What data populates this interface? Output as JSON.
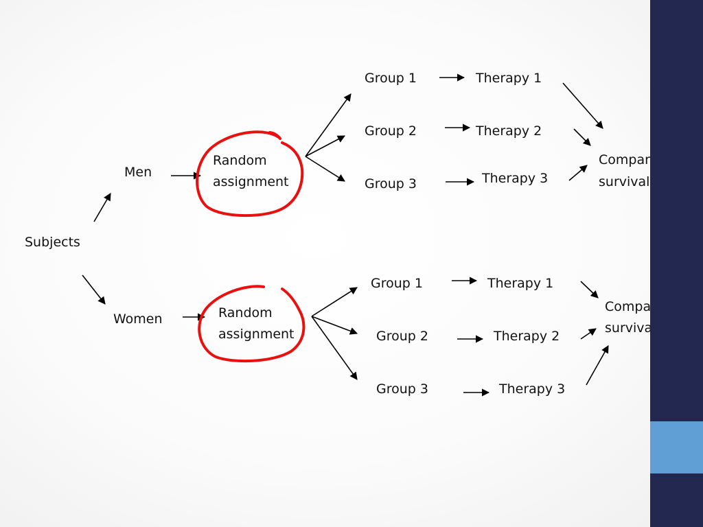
{
  "diagram": {
    "root": "Subjects",
    "men": {
      "label": "Men",
      "assignment": [
        "Random",
        "assignment"
      ],
      "groups": [
        "Group 1",
        "Group 2",
        "Group 3"
      ],
      "therapies": [
        "Therapy 1",
        "Therapy 2",
        "Therapy 3"
      ],
      "outcome": [
        "Compare",
        "survival"
      ]
    },
    "women": {
      "label": "Women",
      "assignment": [
        "Random",
        "assignment"
      ],
      "groups": [
        "Group 1",
        "Group 2",
        "Group 3"
      ],
      "therapies": [
        "Therapy 1",
        "Therapy 2",
        "Therapy 3"
      ],
      "outcome": [
        "Compare",
        "survival"
      ]
    }
  },
  "colors": {
    "text": "#111111",
    "arrow": "#000000",
    "circle": "#e8110f",
    "sidebar": "#232850",
    "sidebar_accent": "#5f9fd6"
  }
}
